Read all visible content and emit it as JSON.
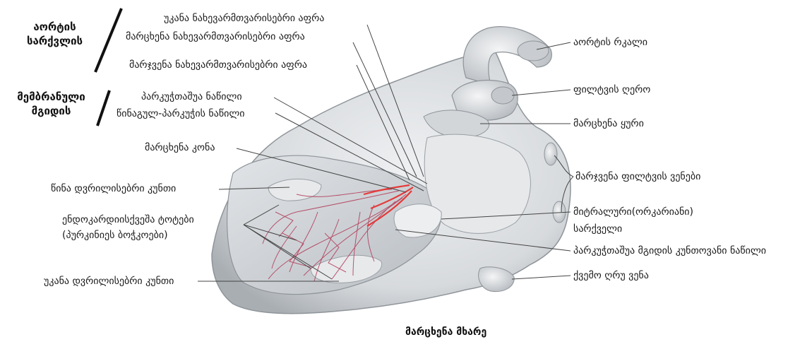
{
  "colors": {
    "heart_fill": "#dcdfe2",
    "heart_shadow": "#9ea4aa",
    "cavity": "#c8ccd1",
    "purkinje": "#b23a57",
    "bundle": "#e43a3a",
    "leader": "#444444"
  },
  "group_labels": {
    "aortic_valve": "აორტის სარქვლის",
    "membranous_septum": "მემბრანული მგიდის"
  },
  "labels": {
    "posterior_noncoronary_cusp": "უკანა ნახევარმთვარისებრი აფრა",
    "left_semilunar_cusp": "მარცხენა ნახევარმთვარისებრი აფრა",
    "right_semilunar_cusp": "მარჯვენა ნახევარმთვარისებრი აფრა",
    "interventricular_part": "პარკუჭთაშუა ნაწილი",
    "atrioventricular_part": "წინაგულ-პარკუჭის ნაწილი",
    "left_bundle_branch": "მარცხენა კონა",
    "anterior_papillary_muscle": "წინა დვრილისებრი კუნთი",
    "purkinje_fibers_line1": "ენდოკარდიისქვეშა ტოტები",
    "purkinje_fibers_line2": "(პურკინიეს ბოჭკოები)",
    "posterior_papillary_muscle": "უკანა დვრილისებრი კუნთი",
    "aortic_arch": "აორტის რკალი",
    "pulmonary_trunk": "ფილტვის ღერო",
    "left_auricle": "მარცხენა ყური",
    "right_pulmonary_veins": "მარჯვენა ფილტვის ვენები",
    "mitral_valve_line1": "მიტრალური(ორკარიანი)",
    "mitral_valve_line2": "სარქველი",
    "muscular_septum": "პარკუჭთაშუა მგიდის კუნთოვანი ნაწილი",
    "inferior_vena_cava": "ქვემო ღრუ ვენა"
  },
  "caption": "მარცხენა მხარე"
}
